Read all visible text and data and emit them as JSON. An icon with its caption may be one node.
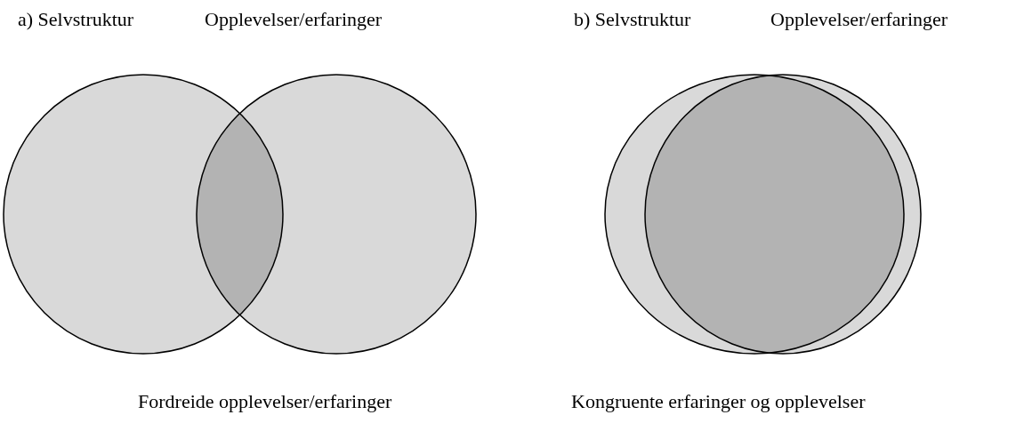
{
  "diagram": {
    "labels": [
      "a) Selvstruktur",
      "Opplevelser/erfaringer",
      "b) Selvstruktur",
      "Opplevelser/erfaringer",
      "Fordreide opplevelser/erfaringer",
      "Kongruente erfaringer og opplevelser"
    ]
  }
}
